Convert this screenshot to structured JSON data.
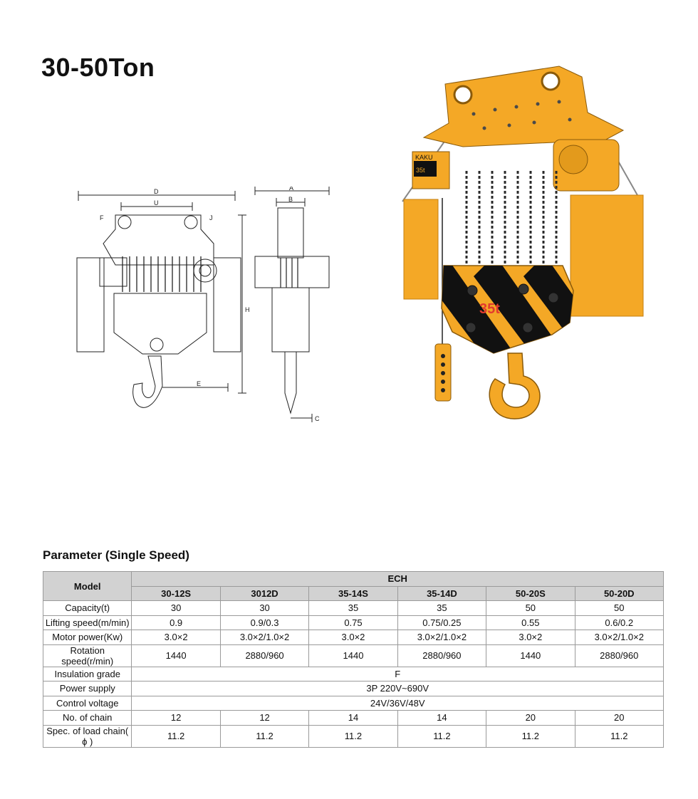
{
  "page": {
    "title": "30-50Ton"
  },
  "drawing": {
    "front_labels": [
      "D",
      "U",
      "F",
      "J",
      "H",
      "E"
    ],
    "side_labels": [
      "A",
      "B",
      "C"
    ]
  },
  "photo": {
    "brand": "KAKU",
    "rating_plate": "35t",
    "block_mark": "35t"
  },
  "params": {
    "title": "Parameter (Single Speed)",
    "model_label": "Model",
    "group_label": "ECH",
    "models": [
      "30-12S",
      "3012D",
      "35-14S",
      "35-14D",
      "50-20S",
      "50-20D"
    ],
    "rows": [
      {
        "label": "Capacity(t)",
        "values": [
          "30",
          "30",
          "35",
          "35",
          "50",
          "50"
        ]
      },
      {
        "label": "Lifting speed(m/min)",
        "values": [
          "0.9",
          "0.9/0.3",
          "0.75",
          "0.75/0.25",
          "0.55",
          "0.6/0.2"
        ]
      },
      {
        "label": "Motor power(Kw)",
        "values": [
          "3.0×2",
          "3.0×2/1.0×2",
          "3.0×2",
          "3.0×2/1.0×2",
          "3.0×2",
          "3.0×2/1.0×2"
        ]
      },
      {
        "label": "Rotation speed(r/min)",
        "values": [
          "1440",
          "2880/960",
          "1440",
          "2880/960",
          "1440",
          "2880/960"
        ]
      }
    ],
    "span_rows": [
      {
        "label": "Insulation grade",
        "value": "F"
      },
      {
        "label": "Power supply",
        "value": "3P 220V~690V"
      },
      {
        "label": "Control voltage",
        "value": "24V/36V/48V"
      }
    ],
    "tail_rows": [
      {
        "label": "No. of chain",
        "values": [
          "12",
          "12",
          "14",
          "14",
          "20",
          "20"
        ]
      },
      {
        "label": "Spec. of load chain( ϕ )",
        "values": [
          "11.2",
          "11.2",
          "11.2",
          "11.2",
          "11.2",
          "11.2"
        ]
      }
    ]
  }
}
